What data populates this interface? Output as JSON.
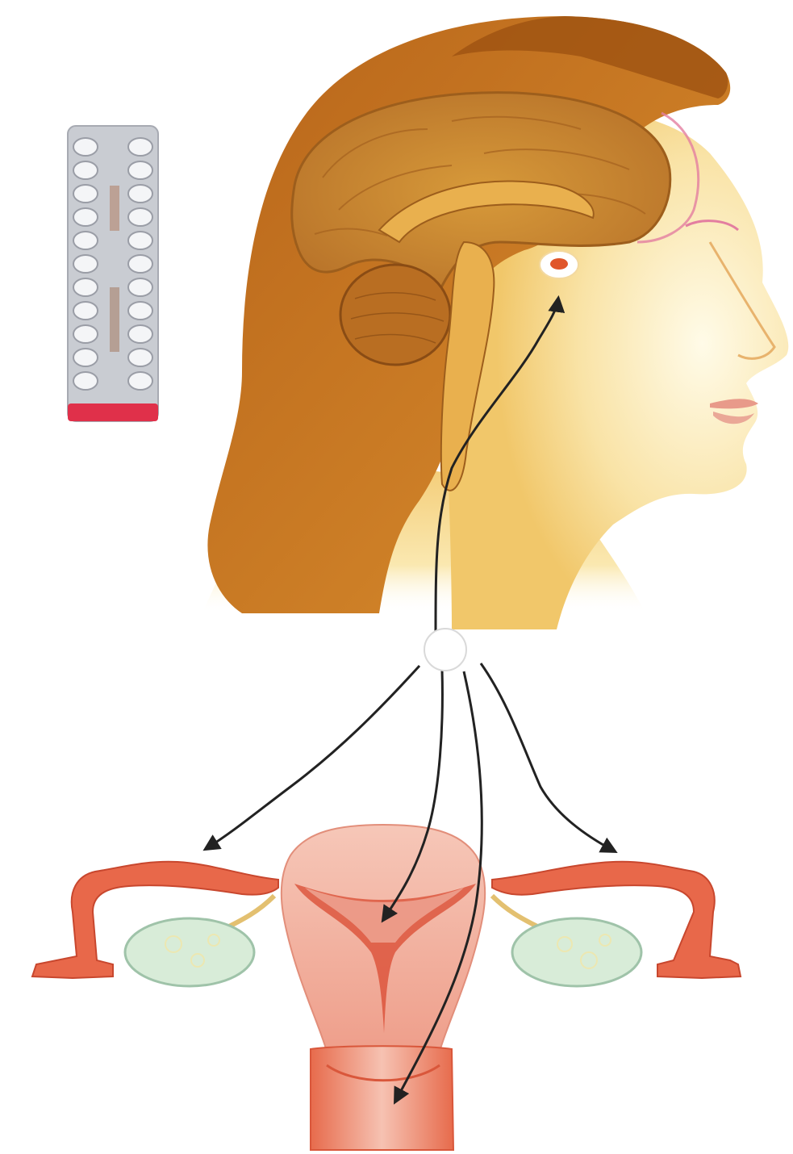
{
  "figure": {
    "colors": {
      "background": "#ffffff",
      "hair": "#c8741e",
      "skin": "#f7d98f",
      "brain": "#cf8a2c",
      "pituitary": "#e0562b",
      "reproductive_tissue": "#e8684a",
      "uterus_pink": "#f2b4a8",
      "ovary": "#d8ecd8",
      "pill_pack": "#c9ccd2",
      "pill_pack_band": "#e0304a",
      "arrows": "#222222"
    },
    "elements": [
      "pill-pack",
      "head",
      "brain",
      "pituitary",
      "bloodstream-node",
      "left-fallopian-tube",
      "right-fallopian-tube",
      "left-ovary",
      "right-ovary",
      "uterus",
      "cervix"
    ],
    "arrows": [
      {
        "from": "bloodstream-node",
        "to": "pituitary"
      },
      {
        "from": "bloodstream-node",
        "to": "left-fallopian-tube"
      },
      {
        "from": "bloodstream-node",
        "to": "right-fallopian-tube"
      },
      {
        "from": "bloodstream-node",
        "to": "uterus"
      },
      {
        "from": "bloodstream-node",
        "to": "cervix"
      }
    ]
  }
}
